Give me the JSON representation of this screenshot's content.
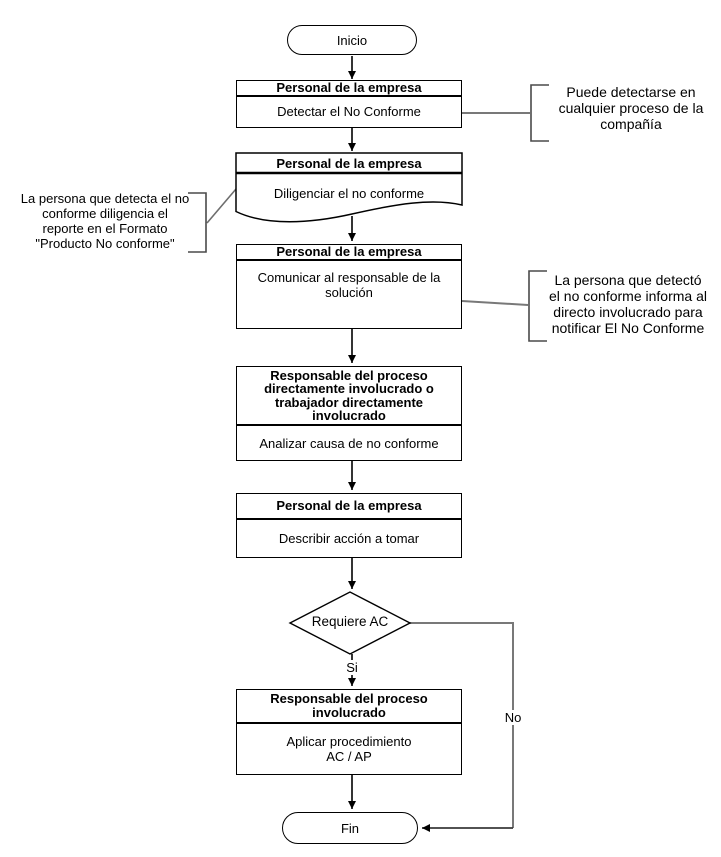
{
  "diagram": {
    "terminators": {
      "start": "Inicio",
      "end": "Fin"
    },
    "steps": [
      {
        "role": "Personal de la empresa",
        "action": "Detectar el No Conforme",
        "shape": "process"
      },
      {
        "role": "Personal de la empresa",
        "action": "Diligenciar el no conforme",
        "shape": "document"
      },
      {
        "role": "Personal de la empresa",
        "action": "Comunicar al responsable de la solución",
        "shape": "process"
      },
      {
        "role": "Responsable del proceso directamente involucrado o trabajador directamente involucrado",
        "action": "Analizar causa de no conforme",
        "shape": "process"
      },
      {
        "role": "Personal de la empresa",
        "action": "Describir acción a tomar",
        "shape": "process"
      },
      {
        "role": "Responsable del proceso involucrado",
        "action": "Aplicar procedimiento AC / AP",
        "shape": "process"
      }
    ],
    "decision": {
      "label": "Requiere AC",
      "yes_label": "Si",
      "no_label": "No"
    },
    "notes": [
      {
        "side": "right",
        "lines": [
          "Puede detectarse en",
          "cualquier proceso de la",
          "compañía"
        ]
      },
      {
        "side": "left",
        "lines": [
          "La persona que detecta el no",
          "conforme diligencia el",
          "reporte en el Formato",
          "\"Producto No conforme\""
        ]
      },
      {
        "side": "right",
        "lines": [
          "La persona que detectó",
          "el no conforme informa al",
          "directo involucrado para",
          "notificar El No Conforme"
        ]
      }
    ],
    "colors": {
      "shape_border": "#000000",
      "text": "#000000",
      "note_connector_gray": "#787878",
      "background": "#ffffff"
    }
  }
}
